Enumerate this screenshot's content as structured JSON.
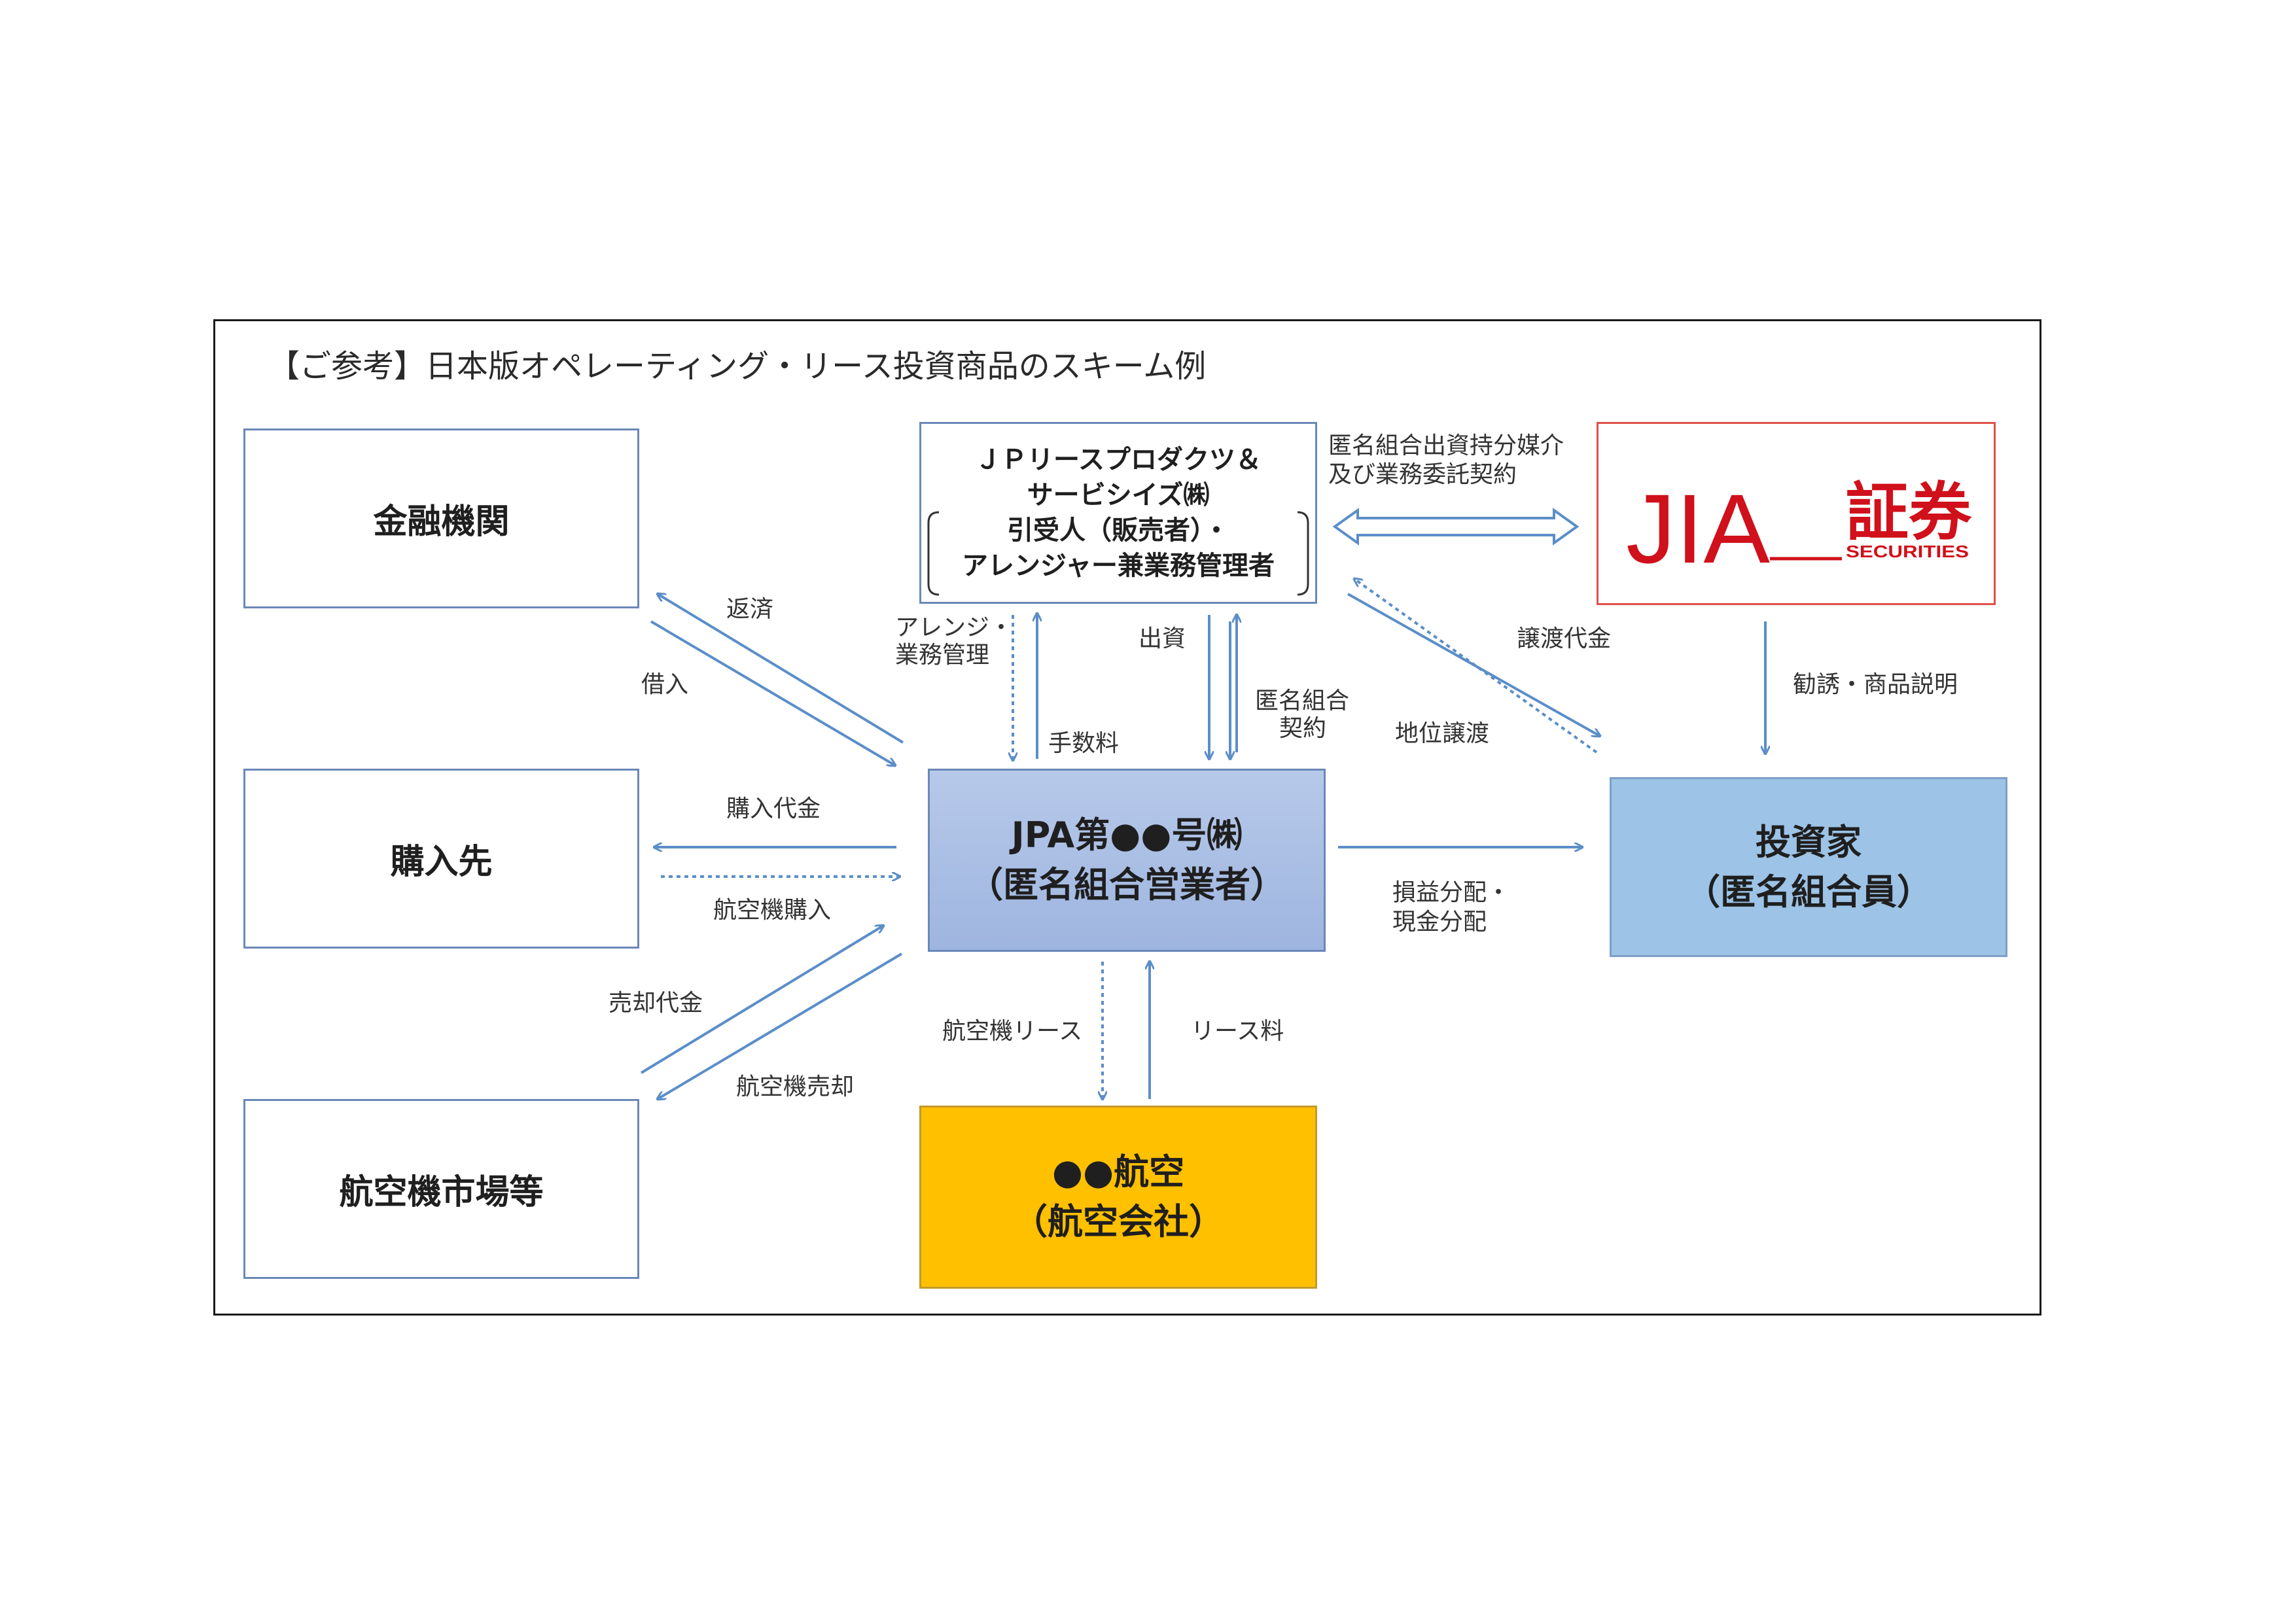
{
  "title": "【ご参考】日本版オペレーティング・リース投資商品のスキーム例",
  "colors": {
    "frame": "#1a1a1a",
    "box_border": "#6b88b8",
    "arrow": "#5b8ec9",
    "jpa_fill": "#a9bfe6",
    "investor_fill": "#9dc3e6",
    "airline_fill": "#ffc000",
    "brand_red": "#d0101b"
  },
  "boxes": {
    "finance": "金融機関",
    "seller": "購入先",
    "market": "航空機市場等",
    "jpl": {
      "line1": "ＪＰリースプロダクツ＆",
      "line2": "サービシイズ㈱",
      "line3": "引受人（販売者）・",
      "line4": "アレンジャー兼業務管理者"
    },
    "jpa": {
      "line1": "JPA第●●号㈱",
      "line2": "（匿名組合営業者）"
    },
    "investor": {
      "line1": "投資家",
      "line2": "（匿名組合員）"
    },
    "airline": {
      "line1": "●●航空",
      "line2": "（航空会社）"
    }
  },
  "logo": {
    "brand": "JIA",
    "kanji": "証券",
    "sub": "SECURITIES"
  },
  "labels": {
    "repay": "返済",
    "borrow": "借入",
    "purchase_price": "購入代金",
    "aircraft_purchase": "航空機購入",
    "sale_price": "売却代金",
    "aircraft_sale": "航空機売却",
    "arrange_1": "アレンジ・",
    "arrange_2": "業務管理",
    "fee": "手数料",
    "invest": "出資",
    "tk_contract_1": "匿名組合",
    "tk_contract_2": "契約",
    "status_transfer": "地位譲渡",
    "transfer_price": "譲渡代金",
    "mediation_1": "匿名組合出資持分媒介",
    "mediation_2": "及び業務委託契約",
    "solicit": "勧誘・商品説明",
    "distribution_1": "損益分配・",
    "distribution_2": "現金分配",
    "aircraft_lease": "航空機リース",
    "lease_fee": "リース料"
  }
}
